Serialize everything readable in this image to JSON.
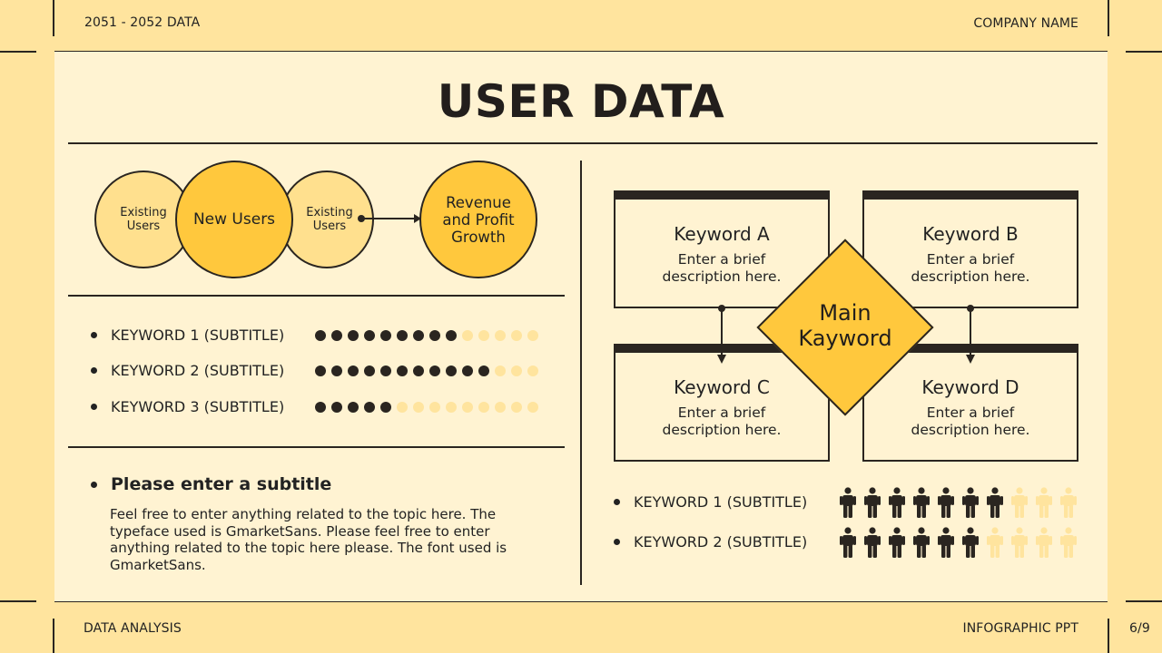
{
  "header": {
    "left": "2051 - 2052 DATA",
    "right": "COMPANY NAME"
  },
  "footer": {
    "left": "DATA ANALYSIS",
    "center_right": "INFOGRAPHIC PPT",
    "page": "6/9"
  },
  "title": "USER DATA",
  "flow": {
    "circle1": "Existing Users",
    "circle2": "New Users",
    "circle3": "Existing Users",
    "result": "Revenue and Profit Growth"
  },
  "dot_rows": [
    {
      "label": "KEYWORD 1 (SUBTITLE)",
      "filled": 9,
      "total": 14
    },
    {
      "label": "KEYWORD 2 (SUBTITLE)",
      "filled": 11,
      "total": 14
    },
    {
      "label": "KEYWORD 3 (SUBTITLE)",
      "filled": 5,
      "total": 14
    }
  ],
  "note": {
    "subtitle": "Please enter a subtitle",
    "body": "Feel free to enter anything related to the topic here. The typeface used is GmarketSans. Please feel free to enter anything related to the topic here please. The font used is GmarketSans."
  },
  "keywords": [
    {
      "title": "Keyword A",
      "desc": "Enter a brief description here."
    },
    {
      "title": "Keyword B",
      "desc": "Enter a brief description here."
    },
    {
      "title": "Keyword C",
      "desc": "Enter a brief description here."
    },
    {
      "title": "Keyword D",
      "desc": "Enter a brief description here."
    }
  ],
  "main_keyword": "Main Kayword",
  "people_rows": [
    {
      "label": "KEYWORD 1 (SUBTITLE)",
      "filled": 7,
      "total": 10
    },
    {
      "label": "KEYWORD 2 (SUBTITLE)",
      "filled": 6,
      "total": 10
    }
  ],
  "colors": {
    "background": "#FFE49E",
    "panel": "#FFF3D2",
    "accent": "#FFC83D",
    "dark": "#2A2520",
    "light_circle": "#FFE08E"
  }
}
